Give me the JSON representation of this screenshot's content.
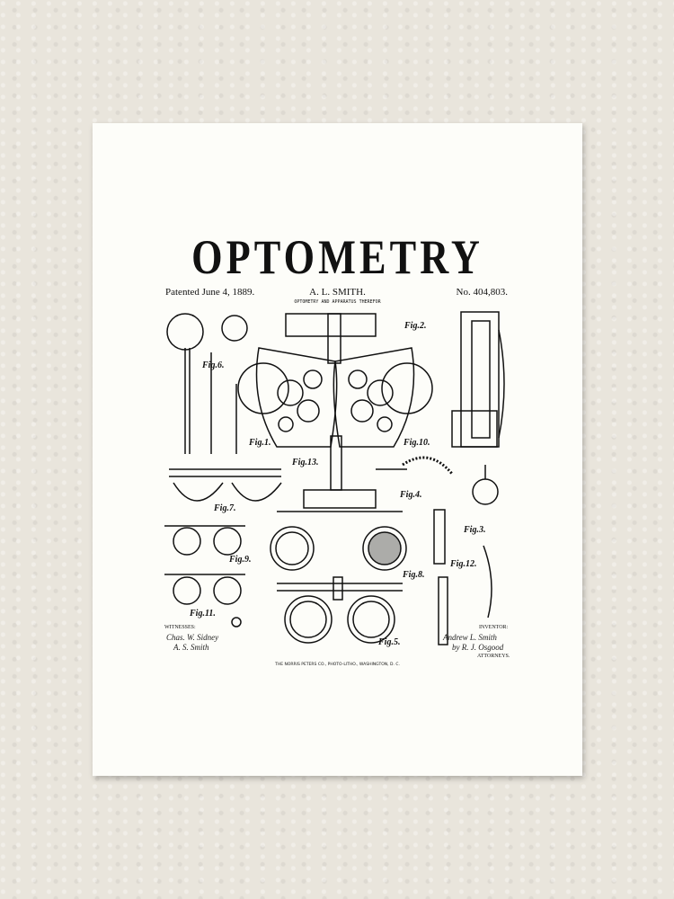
{
  "poster": {
    "title": "OPTOMETRY",
    "patented": "Patented June 4, 1889.",
    "inventor_name": "A. L. SMITH.",
    "subtitle": "OPTOMETRY AND APPARATUS THEREFOR",
    "patent_no": "No. 404,803.",
    "witnesses_label": "WITNESSES:",
    "inventor_label": "INVENTOR:",
    "attorneys_label": "ATTORNEYS.",
    "printer": "THE NORRIS PETERS CO., PHOTO-LITHO., WASHINGTON, D. C.",
    "witness_signatures": [
      "Chas. W. Sidney",
      "A. S. Smith"
    ],
    "inventor_signature": "Andrew L. Smith",
    "attorney_signature": "by R. J. Osgood",
    "figures": [
      "Fig.1.",
      "Fig.2.",
      "Fig.3.",
      "Fig.4.",
      "Fig.5.",
      "Fig.6.",
      "Fig.7.",
      "Fig.8.",
      "Fig.9.",
      "Fig.10.",
      "Fig.11.",
      "Fig.12.",
      "Fig.13."
    ]
  },
  "colors": {
    "wall": "#e9e5dc",
    "paper": "#fdfdf9",
    "ink": "#111111"
  }
}
